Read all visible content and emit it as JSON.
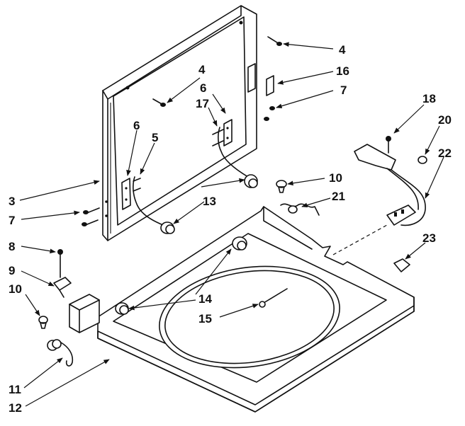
{
  "diagram": {
    "labels": [
      {
        "id": "p4a",
        "text": "4"
      },
      {
        "id": "p4b",
        "text": "4"
      },
      {
        "id": "p16",
        "text": "16"
      },
      {
        "id": "p6a",
        "text": "6"
      },
      {
        "id": "p7a",
        "text": "7"
      },
      {
        "id": "p17",
        "text": "17"
      },
      {
        "id": "p18",
        "text": "18"
      },
      {
        "id": "p20",
        "text": "20"
      },
      {
        "id": "p6b",
        "text": "6"
      },
      {
        "id": "p5",
        "text": "5"
      },
      {
        "id": "p22",
        "text": "22"
      },
      {
        "id": "p10a",
        "text": "10"
      },
      {
        "id": "p21",
        "text": "21"
      },
      {
        "id": "p3",
        "text": "3"
      },
      {
        "id": "p13",
        "text": "13"
      },
      {
        "id": "p7b",
        "text": "7"
      },
      {
        "id": "p23",
        "text": "23"
      },
      {
        "id": "p8",
        "text": "8"
      },
      {
        "id": "p9",
        "text": "9"
      },
      {
        "id": "p10b",
        "text": "10"
      },
      {
        "id": "p14",
        "text": "14"
      },
      {
        "id": "p15",
        "text": "15"
      },
      {
        "id": "p11",
        "text": "11"
      },
      {
        "id": "p12",
        "text": "12"
      }
    ]
  }
}
